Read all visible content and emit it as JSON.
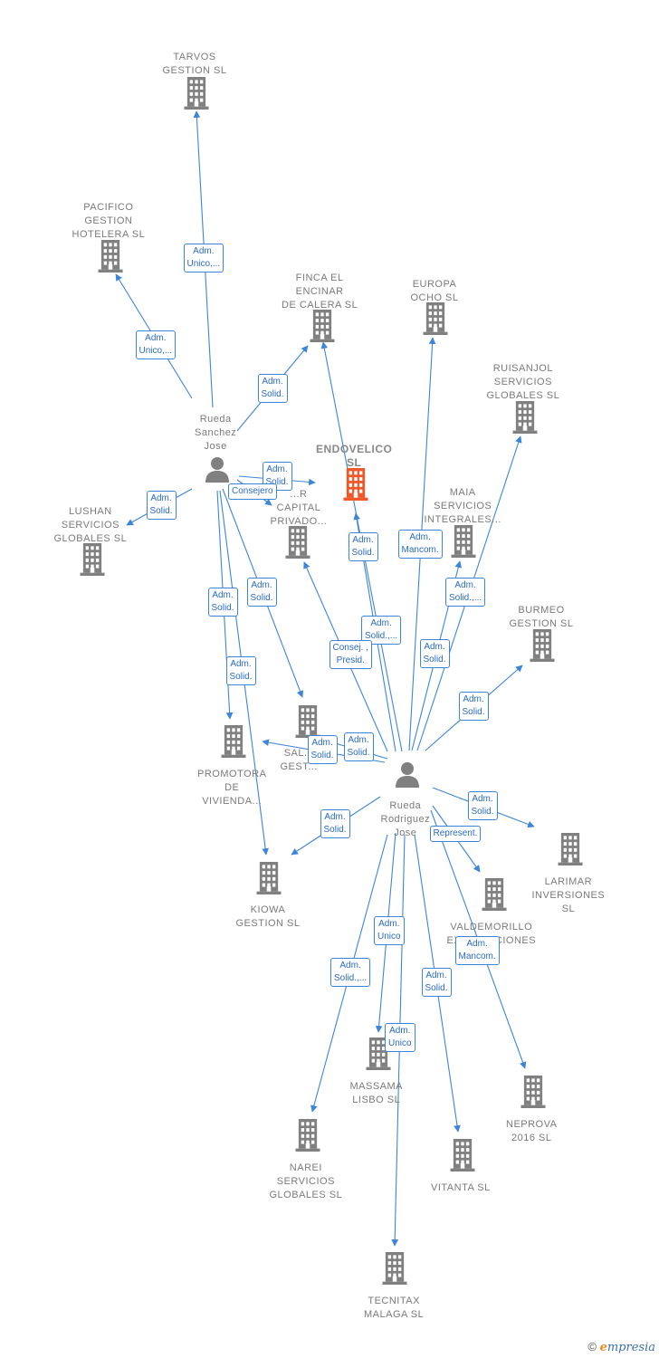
{
  "colors": {
    "edge": "#3d85d8",
    "building": "#808080",
    "building_main": "#f0582a",
    "label": "#7a7a7a"
  },
  "persons": [
    {
      "id": "p1",
      "lines": [
        "Rueda",
        "Sanchez",
        "Jose"
      ]
    },
    {
      "id": "p2",
      "lines": [
        "Rueda",
        "Rodriguez",
        "Jose"
      ]
    }
  ],
  "companies": [
    {
      "id": "tarvos",
      "lines": [
        "TARVOS",
        "GESTION  SL"
      ]
    },
    {
      "id": "pacifico",
      "lines": [
        "PACIFICO",
        "GESTION",
        "HOTELERA SL"
      ]
    },
    {
      "id": "finca",
      "lines": [
        "FINCA EL",
        "ENCINAR",
        "DE CALERA  SL"
      ]
    },
    {
      "id": "europa",
      "lines": [
        "EUROPA",
        "OCHO  SL"
      ]
    },
    {
      "id": "ruisanjol",
      "lines": [
        "RUISANJOL",
        "SERVICIOS",
        "GLOBALES SL"
      ]
    },
    {
      "id": "endovelico",
      "lines": [
        "ENDOVELICO",
        "SL"
      ],
      "main": true
    },
    {
      "id": "maia",
      "lines": [
        "MAIA",
        "SERVICIOS",
        "INTEGRALES..."
      ]
    },
    {
      "id": "capital",
      "lines": [
        "...R",
        "CAPITAL",
        "PRIVADO..."
      ]
    },
    {
      "id": "lushan",
      "lines": [
        "LUSHAN",
        "SERVICIOS",
        "GLOBALES  SL"
      ]
    },
    {
      "id": "burmeo",
      "lines": [
        "BURMEO",
        "GESTION  SL"
      ]
    },
    {
      "id": "promotora",
      "lines": [
        "PROMOTORA",
        "DE",
        "VIVIENDA..."
      ]
    },
    {
      "id": "sal",
      "lines": [
        "SAL...",
        "GEST..."
      ]
    },
    {
      "id": "kiowa",
      "lines": [
        "KIOWA",
        "GESTION  SL"
      ]
    },
    {
      "id": "larimar",
      "lines": [
        "LARIMAR",
        "INVERSIONES",
        "SL"
      ]
    },
    {
      "id": "valdemorillo",
      "lines": [
        "VALDEMORILLO",
        "EXPLOTACIONES"
      ]
    },
    {
      "id": "massama",
      "lines": [
        "MASSAMA",
        "LISBO  SL"
      ]
    },
    {
      "id": "neprova",
      "lines": [
        "NEPROVA",
        "2016  SL"
      ]
    },
    {
      "id": "narei",
      "lines": [
        "NAREI",
        "SERVICIOS",
        "GLOBALES  SL"
      ]
    },
    {
      "id": "vitanta",
      "lines": [
        "VITANTA  SL"
      ]
    },
    {
      "id": "tecnitax",
      "lines": [
        "TECNITAX",
        "MALAGA  SL"
      ]
    }
  ],
  "edges": [
    {
      "from": "p1",
      "to": "tarvos",
      "label": [
        "Adm.",
        "Unico,..."
      ]
    },
    {
      "from": "p1",
      "to": "pacifico",
      "label": [
        "Adm.",
        "Unico,..."
      ]
    },
    {
      "from": "p1",
      "to": "finca",
      "label": [
        "Adm.",
        "Solid."
      ]
    },
    {
      "from": "p1",
      "to": "endovelico",
      "label": [
        "Adm.",
        "Solid."
      ]
    },
    {
      "from": "p1",
      "to": "capital",
      "label": [
        "Consejero"
      ]
    },
    {
      "from": "p1",
      "to": "lushan",
      "label": [
        "Adm.",
        "Solid."
      ]
    },
    {
      "from": "p1",
      "to": "sal",
      "label": [
        "Adm.",
        "Solid."
      ]
    },
    {
      "from": "p1",
      "to": "promotora",
      "label": [
        "Adm.",
        "Solid."
      ]
    },
    {
      "from": "p1",
      "to": "kiowa",
      "label": [
        "Adm.",
        "Solid."
      ]
    },
    {
      "from": "p2",
      "to": "finca",
      "label": [
        "Adm.",
        "Solid.,..."
      ]
    },
    {
      "from": "p2",
      "to": "endovelico",
      "label": [
        "Adm.",
        "Solid."
      ]
    },
    {
      "from": "p2",
      "to": "europa",
      "label": [
        "Adm.",
        "Solid."
      ]
    },
    {
      "from": "p2",
      "to": "maia",
      "label": [
        "Adm.",
        "Mancom."
      ]
    },
    {
      "from": "p2",
      "to": "ruisanjol",
      "label": [
        "Adm.",
        "Solid.,..."
      ]
    },
    {
      "from": "p2",
      "to": "capital",
      "label": [
        "Consej. ,",
        "Presid."
      ]
    },
    {
      "from": "p2",
      "to": "burmeo",
      "label": [
        "Adm.",
        "Solid."
      ]
    },
    {
      "from": "p2",
      "to": "sal",
      "label": [
        "Adm.",
        "Solid."
      ]
    },
    {
      "from": "p2",
      "to": "promotora",
      "label": [
        "Adm.",
        "Solid."
      ]
    },
    {
      "from": "p2",
      "to": "kiowa",
      "label": [
        "Adm.",
        "Solid."
      ]
    },
    {
      "from": "p2",
      "to": "larimar",
      "label": [
        "Adm.",
        "Solid."
      ]
    },
    {
      "from": "p2",
      "to": "valdemorillo",
      "label": [
        "Represent."
      ]
    },
    {
      "from": "p2",
      "to": "neprova",
      "label": [
        "Adm.",
        "Mancom."
      ]
    },
    {
      "from": "p2",
      "to": "massama",
      "label": [
        "Adm.",
        "Unico"
      ]
    },
    {
      "from": "p2",
      "to": "narei",
      "label": [
        "Adm.",
        "Solid.,..."
      ]
    },
    {
      "from": "p2",
      "to": "vitanta",
      "label": [
        "Adm.",
        "Solid."
      ]
    },
    {
      "from": "p2",
      "to": "tecnitax",
      "label": [
        "Adm.",
        "Unico"
      ]
    }
  ],
  "footer": {
    "copyright": "©",
    "brand_first": "e",
    "brand_rest": "mpresia"
  }
}
